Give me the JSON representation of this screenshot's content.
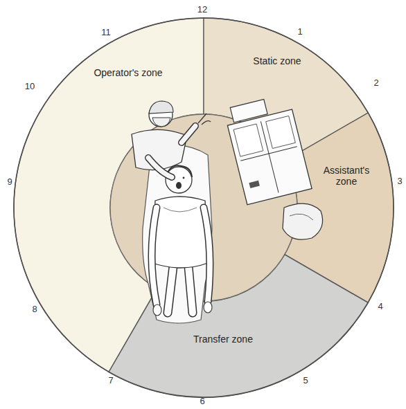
{
  "diagram": {
    "nodes": [
      {
        "text": [
          "Operator's zone"
        ]
      },
      {
        "text": [
          "Static zone"
        ]
      },
      {
        "text": [
          "Assistant's zone"
        ]
      },
      {
        "text": [
          "Transfer zone"
        ]
      }
    ],
    "labels": [
      "12",
      "1",
      "2",
      "3",
      "4",
      "5",
      "6",
      "7",
      "8",
      "9",
      "10",
      "11"
    ]
  }
}
